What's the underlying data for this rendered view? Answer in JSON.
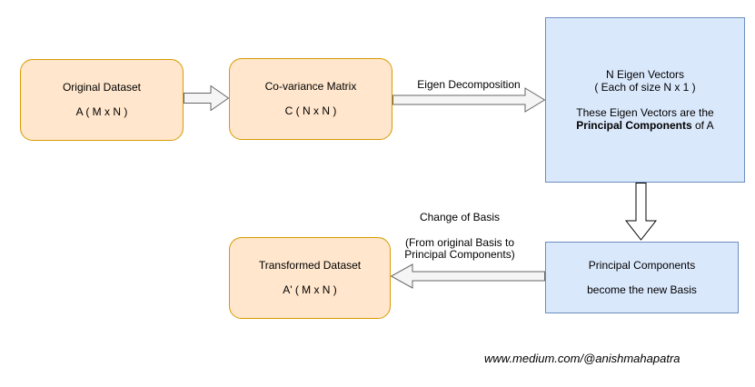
{
  "diagram": {
    "title_semantic": "PCA flow diagram",
    "nodes": {
      "original_dataset": {
        "title": "Original Dataset",
        "subtitle": "A ( M x N )"
      },
      "covariance_matrix": {
        "title": "Co-variance Matrix",
        "subtitle": "C ( N x N )"
      },
      "eigen_vectors": {
        "line1": "N Eigen Vectors",
        "line2": "( Each of size N x 1 )",
        "line3": "These Eigen Vectors are the",
        "line4_bold": "Principal Components",
        "line4_suffix": " of A"
      },
      "principal_components": {
        "title": "Principal Components",
        "subtitle": "become the new Basis"
      },
      "transformed_dataset": {
        "title": "Transformed Dataset",
        "subtitle": "A' ( M x N )"
      }
    },
    "arrow_labels": {
      "eigen_decomposition": "Eigen Decomposition",
      "change_of_basis": "Change of Basis",
      "change_of_basis_sub1": "(From original Basis to",
      "change_of_basis_sub2": "Principal Components)"
    },
    "colors": {
      "orange_fill": "#FFE6CC",
      "orange_stroke": "#D79B00",
      "blue_fill": "#DAE8FC",
      "blue_stroke": "#6C8EBF",
      "arrow_fill": "#F5F5F5",
      "arrow_stroke": "#666666",
      "down_arrow_fill": "#FFFFFF",
      "down_arrow_stroke": "#000000"
    }
  },
  "footer": {
    "watermark": "www.medium.com/@anishmahapatra"
  }
}
